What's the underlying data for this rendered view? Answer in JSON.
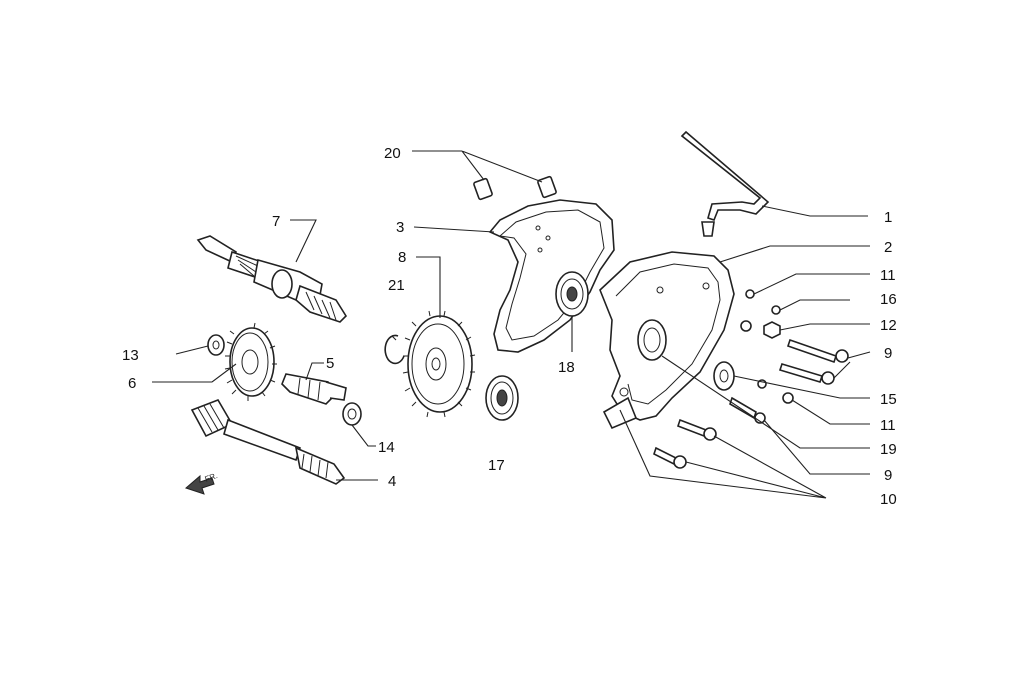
{
  "diagram": {
    "callouts": [
      {
        "id": "c1",
        "text": "1"
      },
      {
        "id": "c2",
        "text": "2"
      },
      {
        "id": "c3",
        "text": "3"
      },
      {
        "id": "c4",
        "text": "4"
      },
      {
        "id": "c5",
        "text": "5"
      },
      {
        "id": "c6",
        "text": "6"
      },
      {
        "id": "c7",
        "text": "7"
      },
      {
        "id": "c8",
        "text": "8"
      },
      {
        "id": "c9a",
        "text": "9"
      },
      {
        "id": "c9b",
        "text": "9"
      },
      {
        "id": "c10",
        "text": "10"
      },
      {
        "id": "c11a",
        "text": "11"
      },
      {
        "id": "c11b",
        "text": "11"
      },
      {
        "id": "c12",
        "text": "12"
      },
      {
        "id": "c13",
        "text": "13"
      },
      {
        "id": "c14",
        "text": "14"
      },
      {
        "id": "c15",
        "text": "15"
      },
      {
        "id": "c16",
        "text": "16"
      },
      {
        "id": "c17",
        "text": "17"
      },
      {
        "id": "c18",
        "text": "18"
      },
      {
        "id": "c19",
        "text": "19"
      },
      {
        "id": "c20",
        "text": "20"
      },
      {
        "id": "c21",
        "text": "21"
      }
    ],
    "front_mark": "FR."
  }
}
